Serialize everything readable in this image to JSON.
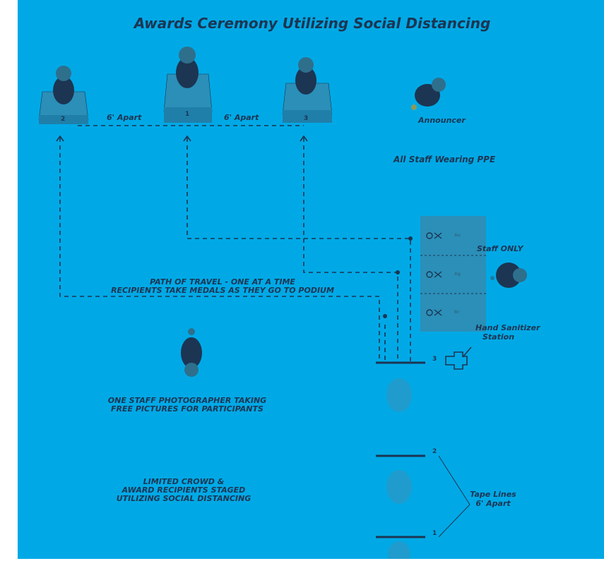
{
  "title": "Awards Ceremony Utilizing Social Distancing",
  "podium": {
    "spacing_left": "6' Apart",
    "spacing_right": "6' Apart",
    "numbers": [
      "2",
      "1",
      "3"
    ]
  },
  "announcer": "Announcer",
  "ppe_note": "All Staff Wearing PPE",
  "staff_only": "Staff ONLY",
  "medal_labels": [
    "Au",
    "Ag",
    "Br"
  ],
  "path_line1": "PATH OF TRAVEL - ONE AT A TIME",
  "path_line2": "RECIPIENTS TAKE MEDALS AS THEY GO TO PODIUM",
  "sanitizer_line1": "Hand Sanitizer",
  "sanitizer_line2": "Station",
  "photographer_line1": "ONE STAFF PHOTOGRAPHER TAKING",
  "photographer_line2": "FREE PICTURES FOR PARTICIPANTS",
  "crowd_line1": "LIMITED CROWD &",
  "crowd_line2": "AWARD RECIPIENTS STAGED",
  "crowd_line3": "UTILIZING SOCIAL DISTANCING",
  "tape_line1": "Tape Lines",
  "tape_line2": "6' Apart",
  "tape_numbers": [
    "3",
    "2",
    "1"
  ],
  "colors": {
    "background": "#00a9e6",
    "ink": "#1c3552",
    "panel": "#2b8fb8"
  }
}
